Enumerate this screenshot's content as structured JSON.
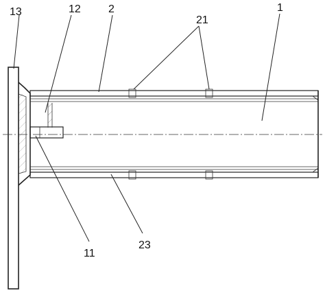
{
  "labels": {
    "flange": "13",
    "pin_top": "12",
    "sleeve": "2",
    "holes": "21",
    "tube": "1",
    "pin_bottom": "11",
    "groove": "23"
  }
}
